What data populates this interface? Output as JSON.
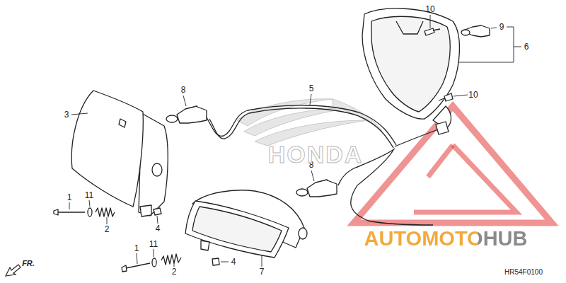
{
  "diagram": {
    "labels": [
      "10",
      "9",
      "6",
      "8",
      "5",
      "3",
      "10",
      "8",
      "1",
      "11",
      "2",
      "4",
      "1",
      "11",
      "2",
      "4",
      "7",
      "FR.",
      "HR54F0100",
      "HONDA",
      "AUTOMOTOHUB"
    ]
  }
}
